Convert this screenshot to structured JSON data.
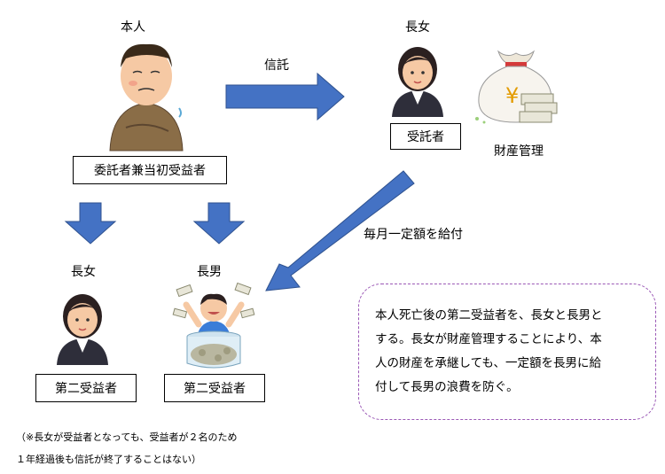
{
  "principal": {
    "heading": "本人",
    "role": "委託者兼当初受益者"
  },
  "trustee": {
    "heading": "長女",
    "role": "受託者",
    "asset_label": "財産管理",
    "yen_symbol": "¥"
  },
  "arrow_labels": {
    "trust": "信託",
    "monthly": "毎月一定額を給付"
  },
  "beneficiaries": [
    {
      "heading": "長女",
      "role": "第二受益者"
    },
    {
      "heading": "長男",
      "role": "第二受益者"
    }
  ],
  "explanation": [
    "本人死亡後の第二受益者を、長女と長男と",
    "する。長女が財産管理することにより、本",
    "人の財産を承継しても、一定額を長男に給",
    "付して長男の浪費を防ぐ。"
  ],
  "footnote": [
    "（※長女が受益者となっても、受益者が２名のため",
    "１年経過後も信託が終了することはない）"
  ],
  "colors": {
    "arrow": "#4472c4",
    "arrow_stroke": "#2f528f",
    "dash_border": "#9b59b6"
  }
}
